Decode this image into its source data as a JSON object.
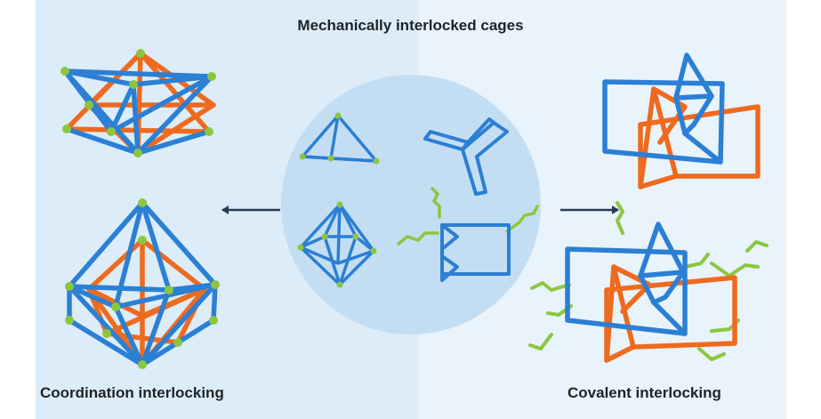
{
  "figure": {
    "title": "Mechanically interlocked cages",
    "left_label": "Coordination interlocking",
    "right_label": "Covalent interlocking"
  },
  "colors": {
    "blue": "#2b7fd4",
    "orange": "#ee6a1e",
    "green": "#8cc63f",
    "arrow": "#2a3b55",
    "center_circle": "#c3def3",
    "left_panel": "#dcecf8",
    "right_panel": "#e8f3fb"
  },
  "icons": [
    "double-tetrahedron-cage-icon",
    "double-octahedron-cage-icon",
    "tetrahedron-cage-icon",
    "octahedron-cage-icon",
    "tripodal-linker-icon",
    "macrocycle-linker-icon",
    "interlocked-covalent-cage-icon",
    "interlocked-alkyl-covalent-cage-icon"
  ]
}
